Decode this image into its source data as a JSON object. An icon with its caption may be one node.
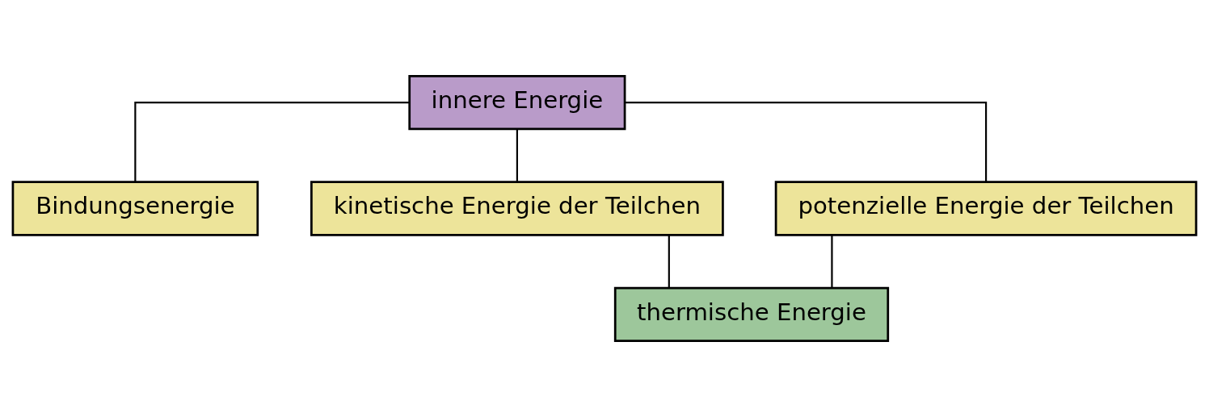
{
  "diagram": {
    "nodes": [
      {
        "text": [
          "innere Energie"
        ]
      },
      {
        "text": [
          "Bindungsenergie"
        ]
      },
      {
        "text": [
          "kinetische Energie der Teilchen"
        ]
      },
      {
        "text": [
          "potenzielle Energie der Teilchen"
        ]
      },
      {
        "text": [
          "thermische Energie"
        ]
      }
    ],
    "edges": [
      {
        "from": 0,
        "to": 1,
        "arrow": "none"
      },
      {
        "from": 0,
        "to": 2,
        "arrow": "none"
      },
      {
        "from": 0,
        "to": 3,
        "arrow": "none"
      },
      {
        "from": 2,
        "to": 4,
        "arrow": "none"
      },
      {
        "from": 3,
        "to": 4,
        "arrow": "none"
      }
    ]
  }
}
